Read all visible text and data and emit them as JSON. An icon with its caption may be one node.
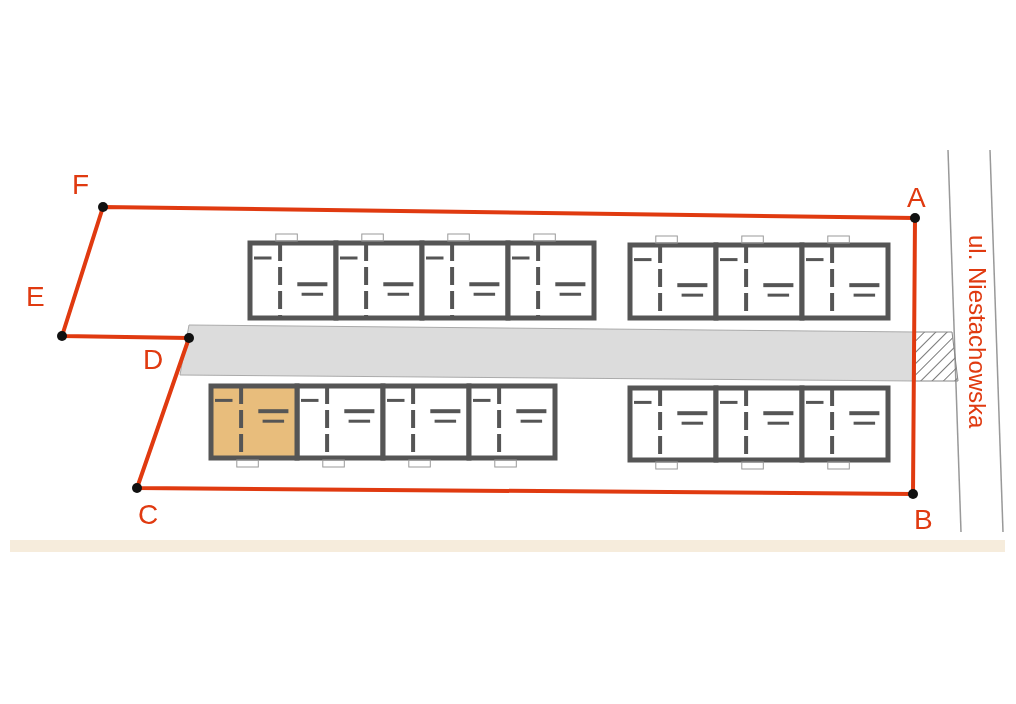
{
  "diagram": {
    "labels": [
      "F",
      "A",
      "E",
      "D",
      "C",
      "B",
      "ul. Niestachowska"
    ]
  }
}
